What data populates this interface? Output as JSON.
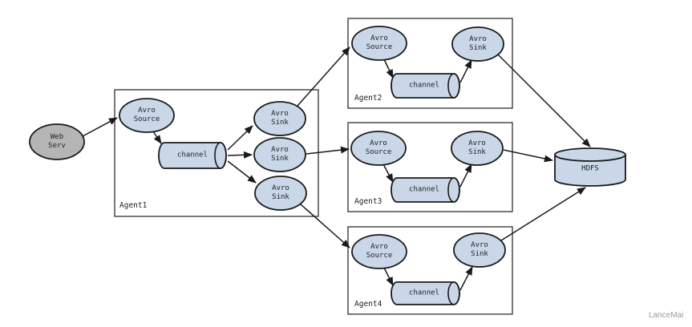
{
  "colors": {
    "shape_fill": "#c9d7e8",
    "shape_stroke": "#1a1a1a",
    "web_fill": "#b5b5b5",
    "box_stroke": "#3d3d3d",
    "text_color": "#1f1f1f",
    "watermark_color": "#9b9b9b"
  },
  "web_server": {
    "label": "Web\nServ"
  },
  "agent1": {
    "label": "Agent1",
    "source_label": "Avro\nSource",
    "channel_label": "channel",
    "sink_labels": [
      "Avro\nSink",
      "Avro\nSink",
      "Avro\nSink"
    ]
  },
  "agent2": {
    "label": "Agent2",
    "source_label": "Avro\nSource",
    "channel_label": "channel",
    "sink_label": "Avro\nSink"
  },
  "agent3": {
    "label": "Agent3",
    "source_label": "Avro\nSource",
    "channel_label": "channel",
    "sink_label": "Avro\nSink"
  },
  "agent4": {
    "label": "Agent4",
    "source_label": "Avro\nSource",
    "channel_label": "channel",
    "sink_label": "Avro\nSink"
  },
  "hdfs": {
    "label": "HDFS"
  },
  "watermark": "LanceMai"
}
